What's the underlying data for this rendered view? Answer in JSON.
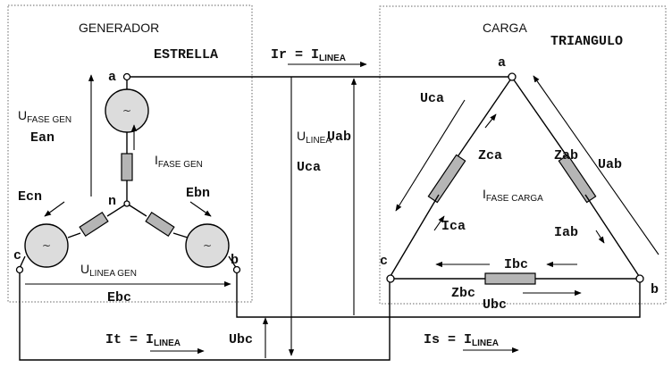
{
  "generator": {
    "title": "GENERADOR",
    "connection": "ESTRELLA",
    "node_a": "a",
    "node_b": "b",
    "node_c": "c",
    "node_n": "n",
    "u_fase_main": "U",
    "u_fase_sub": "FASE GEN",
    "ean": "Ean",
    "ebn": "Ebn",
    "ecn": "Ecn",
    "i_fase_main": "I",
    "i_fase_sub": "FASE GEN",
    "u_linea_main": "U",
    "u_linea_sub": "LINEA GEN",
    "ebc": "Ebc",
    "source_symbol": "~"
  },
  "load": {
    "title": "CARGA",
    "connection": "TRIANGULO",
    "node_a": "a",
    "node_b": "b",
    "node_c": "c",
    "zab": "Zab",
    "zbc": "Zbc",
    "zca": "Zca",
    "uab": "Uab",
    "ubc": "Ubc",
    "uca": "Uca",
    "iab": "Iab",
    "ibc": "Ibc",
    "ica": "Ica",
    "i_fase_main": "I",
    "i_fase_sub": "FASE  CARGA"
  },
  "lines": {
    "ir_main": "Ir = I",
    "is_main": "Is = I",
    "it_main": "It = I",
    "linea_sub": "LINEA",
    "u_linea_main": "U",
    "u_linea_sub": "LINEA",
    "uca": "Uca",
    "uab": "Uab",
    "ubc": "Ubc"
  }
}
